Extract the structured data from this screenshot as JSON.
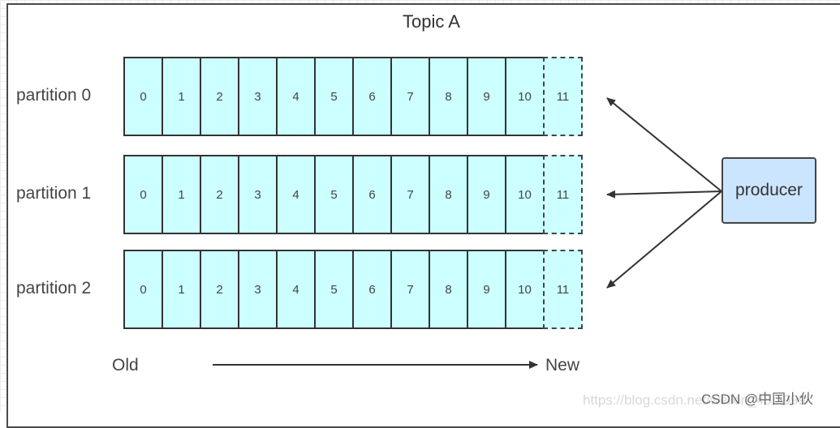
{
  "title": "Topic A",
  "partitions": [
    {
      "label": "partition 0",
      "offsets": [
        "0",
        "1",
        "2",
        "3",
        "4",
        "5",
        "6",
        "7",
        "8",
        "9",
        "10"
      ],
      "next_offset": "11"
    },
    {
      "label": "partition 1",
      "offsets": [
        "0",
        "1",
        "2",
        "3",
        "4",
        "5",
        "6",
        "7",
        "8",
        "9",
        "10"
      ],
      "next_offset": "11"
    },
    {
      "label": "partition 2",
      "offsets": [
        "0",
        "1",
        "2",
        "3",
        "4",
        "5",
        "6",
        "7",
        "8",
        "9",
        "10"
      ],
      "next_offset": "11"
    }
  ],
  "producer": {
    "label": "producer"
  },
  "axis": {
    "old_label": "Old",
    "new_label": "New"
  },
  "watermark": "https://blog.csdn.net/weixin_43...999",
  "credit": "CSDN @中国小伙",
  "colors": {
    "cell_fill": "#ccffff",
    "producer_fill": "#cce5ff",
    "stroke": "#333333"
  }
}
